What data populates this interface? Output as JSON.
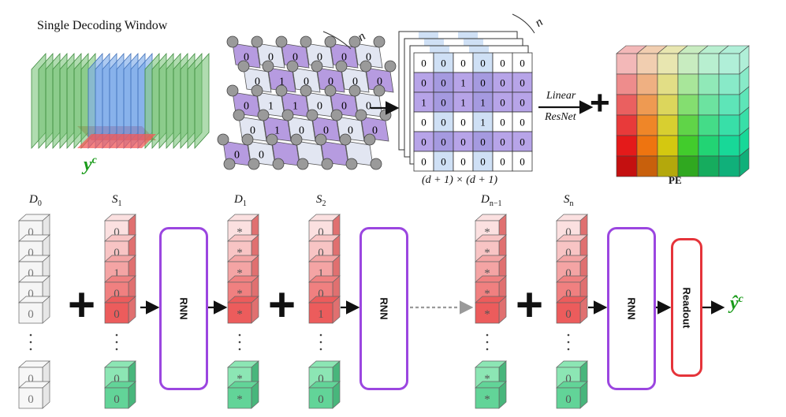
{
  "window_title": "Single Decoding Window",
  "y_label": "y",
  "y_sup": "c",
  "n_label": "n",
  "linear_label": "Linear",
  "resnet_label": "ResNet",
  "matrix_caption": "(d + 1) × (d + 1)",
  "pe_label": "PE",
  "rnn_label": "RNN",
  "readout_label": "Readout",
  "output_label": "ŷ",
  "output_sup": "c",
  "plus": "+",
  "lattice_values": [
    "0",
    "0",
    "0",
    "0",
    "0",
    "0",
    "0",
    "1",
    "0",
    "0",
    "0",
    "0",
    "0",
    "1",
    "1",
    "0",
    "0",
    "0",
    "0",
    "1",
    "0",
    "0",
    "0",
    "0",
    "0",
    "0"
  ],
  "matrix": [
    [
      "0",
      "0",
      "0",
      "0",
      "0",
      "0"
    ],
    [
      "0",
      "0",
      "1",
      "0",
      "0",
      "0"
    ],
    [
      "1",
      "0",
      "1",
      "1",
      "0",
      "0"
    ],
    [
      "0",
      "0",
      "0",
      "1",
      "0",
      "0"
    ],
    [
      "0",
      "0",
      "0",
      "0",
      "0",
      "0"
    ],
    [
      "0",
      "0",
      "0",
      "0",
      "0",
      "0"
    ]
  ],
  "stack_vals": {
    "D0": [
      "0",
      "0",
      "0",
      "0",
      "0"
    ],
    "S1": [
      "0",
      "0",
      "1",
      "0",
      "0"
    ],
    "D1": [
      "*",
      "*",
      "*",
      "*",
      "*"
    ],
    "S2": [
      "0",
      "0",
      "1",
      "0",
      "1"
    ],
    "Dn1": [
      "*",
      "*",
      "*",
      "*",
      "*"
    ],
    "Sn": [
      "0",
      "0",
      "0",
      "0",
      "0"
    ]
  },
  "stack_bottoms": {
    "D0": [
      "0",
      "0"
    ],
    "S1": [
      "0",
      "0"
    ],
    "D1": [
      "*",
      "*"
    ],
    "S2": [
      "0",
      "0"
    ],
    "Dn1": [
      "*",
      "*"
    ],
    "Sn": [
      "0",
      "0"
    ]
  },
  "stack_labels": {
    "D0": {
      "base": "D",
      "sub": "0"
    },
    "S1": {
      "base": "S",
      "sub": "1"
    },
    "D1": {
      "base": "D",
      "sub": "1"
    },
    "S2": {
      "base": "S",
      "sub": "2"
    },
    "Dn1": {
      "base": "D",
      "sub": "n−1"
    },
    "Sn": {
      "base": "S",
      "sub": "n"
    }
  }
}
